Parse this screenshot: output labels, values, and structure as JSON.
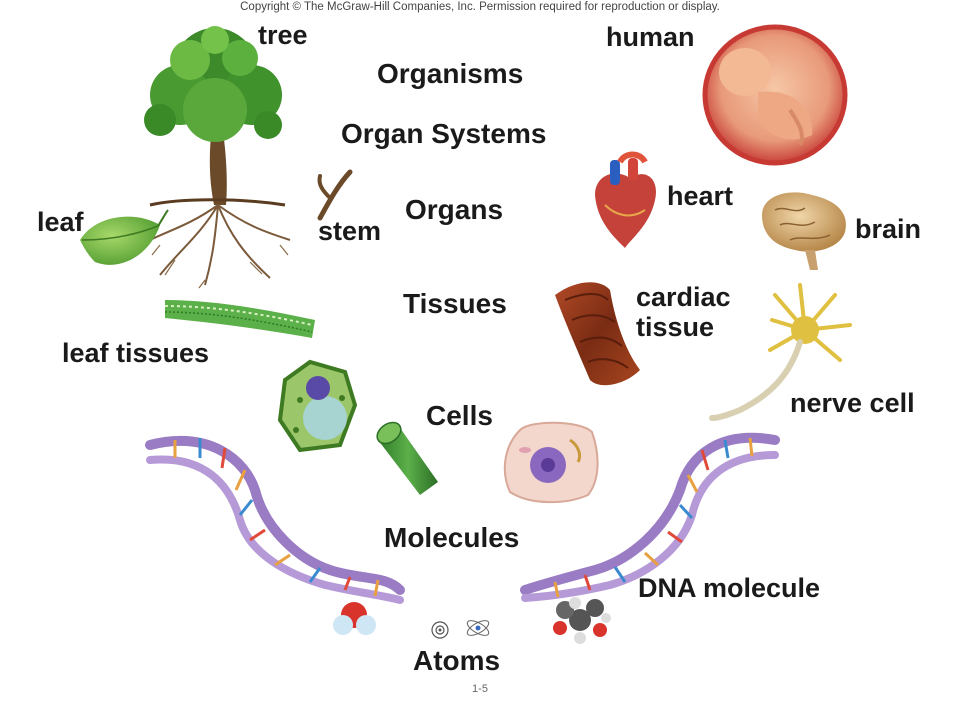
{
  "copyright": "Copyright © The McGraw-Hill Companies, Inc. Permission required for reproduction or display.",
  "levels": {
    "organisms": "Organisms",
    "organ_systems": "Organ Systems",
    "organs": "Organs",
    "tissues": "Tissues",
    "cells": "Cells",
    "molecules": "Molecules",
    "atoms": "Atoms"
  },
  "labels": {
    "tree": "tree",
    "human": "human",
    "leaf": "leaf",
    "stem": "stem",
    "heart": "heart",
    "brain": "brain",
    "leaf_tissues": "leaf tissues",
    "cardiac_line1": "cardiac",
    "cardiac_line2": "tissue",
    "nerve_cell": "nerve cell",
    "dna_molecule": "DNA molecule"
  },
  "page_number": "1-5",
  "colors": {
    "text": "#1a1a1a",
    "plant_green": "#3f8f2e",
    "dna_purple": "#9a7cc4",
    "tissue_red": "#8a3a1e",
    "neuron_yellow": "#e0c040"
  }
}
